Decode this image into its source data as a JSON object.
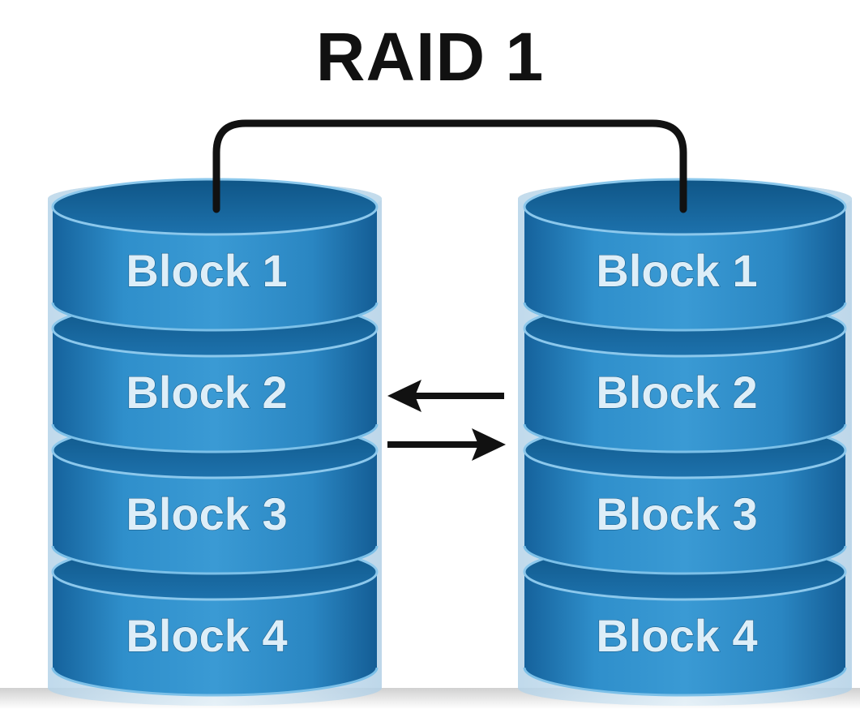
{
  "title": "RAID 1",
  "disks": [
    {
      "blocks": [
        "Block 1",
        "Block 2",
        "Block 3",
        "Block 4"
      ]
    },
    {
      "blocks": [
        "Block 1",
        "Block 2",
        "Block 3",
        "Block 4"
      ]
    }
  ],
  "colors": {
    "band_dark": "#1768a4",
    "band_mid": "#2b89c6",
    "band_light": "#4aa6da",
    "casing": "#cfe4f1",
    "connector": "#111111"
  },
  "icons": [
    "left-arrow-icon",
    "right-arrow-icon"
  ]
}
